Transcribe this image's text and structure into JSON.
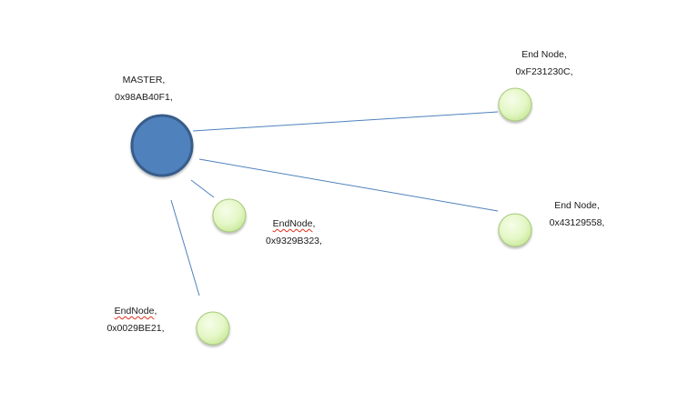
{
  "colors": {
    "master_fill": "#4f81bd",
    "master_stroke": "#385d8a",
    "node_fill": "#e4f7c6",
    "node_stroke": "#a6c97a",
    "edge": "#4f81bd",
    "spellcheck": "#e0301e"
  },
  "master": {
    "name": "MASTER,",
    "address": "0x98AB40F1,"
  },
  "nodes": [
    {
      "name": "End Node,",
      "address": "0xF231230C,"
    },
    {
      "name": "End Node,",
      "address": "0x43129558,"
    },
    {
      "name": "EndNode,",
      "address": "0x9329B323,"
    },
    {
      "name": "EndNode,",
      "address": "0x0029BE21,"
    }
  ]
}
